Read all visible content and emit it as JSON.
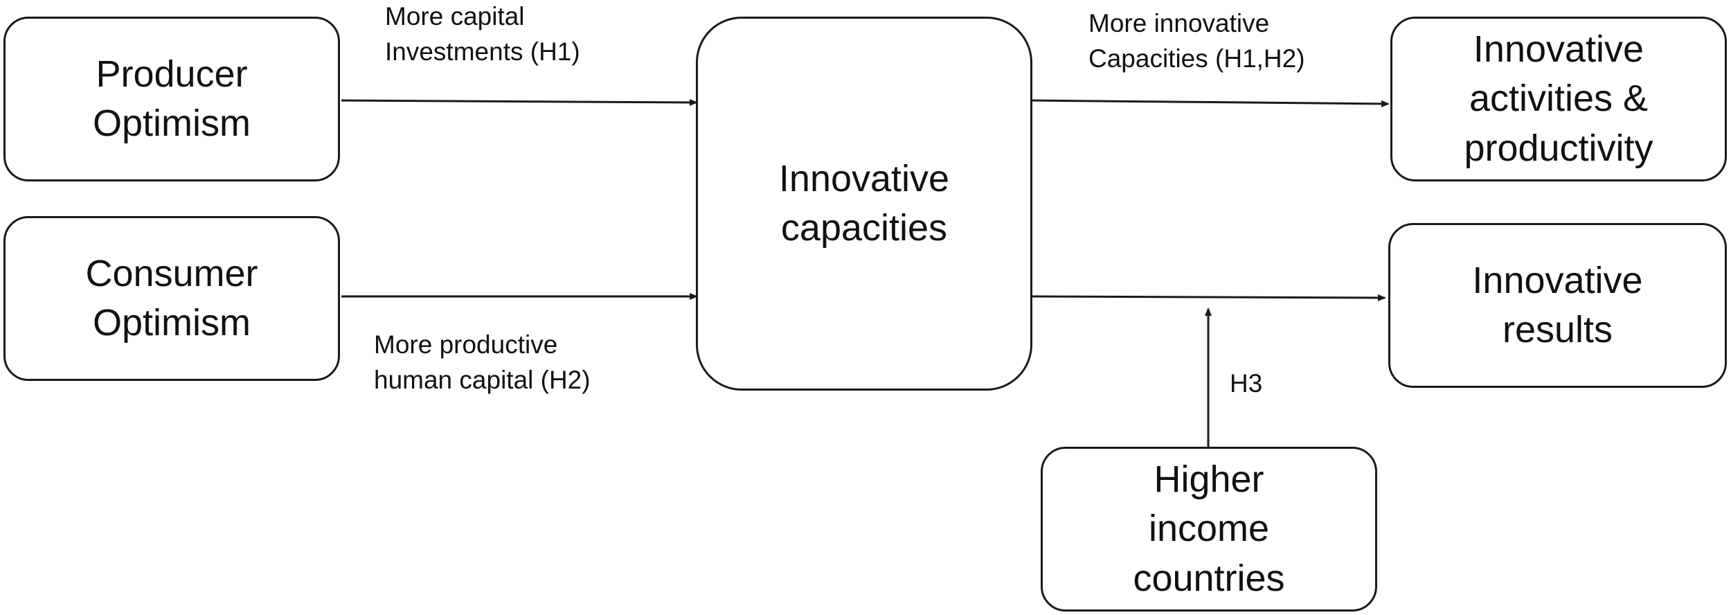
{
  "nodes": {
    "producer_optimism": {
      "lines": [
        "Producer",
        "Optimism"
      ]
    },
    "consumer_optimism": {
      "lines": [
        "Consumer",
        "Optimism"
      ]
    },
    "innovative_capacities": {
      "lines": [
        "Innovative",
        "capacities"
      ]
    },
    "innovative_activities": {
      "lines": [
        "Innovative",
        "activities &",
        "productivity"
      ]
    },
    "innovative_results": {
      "lines": [
        "Innovative",
        "results"
      ]
    },
    "higher_income_countries": {
      "lines": [
        "Higher",
        "income",
        "countries"
      ]
    }
  },
  "edges": {
    "producer_to_capacities": {
      "lines": [
        "More capital",
        "Investments (H1)"
      ]
    },
    "consumer_to_capacities": {
      "lines": [
        "More productive",
        "human capital (H2)"
      ]
    },
    "capacities_to_activities": {
      "lines": [
        "More innovative",
        "Capacities (H1,H2)"
      ]
    },
    "income_to_results": {
      "lines": [
        "H3"
      ]
    }
  },
  "colors": {
    "stroke": "#1a1a1a",
    "text": "#111111",
    "background": "#ffffff"
  }
}
